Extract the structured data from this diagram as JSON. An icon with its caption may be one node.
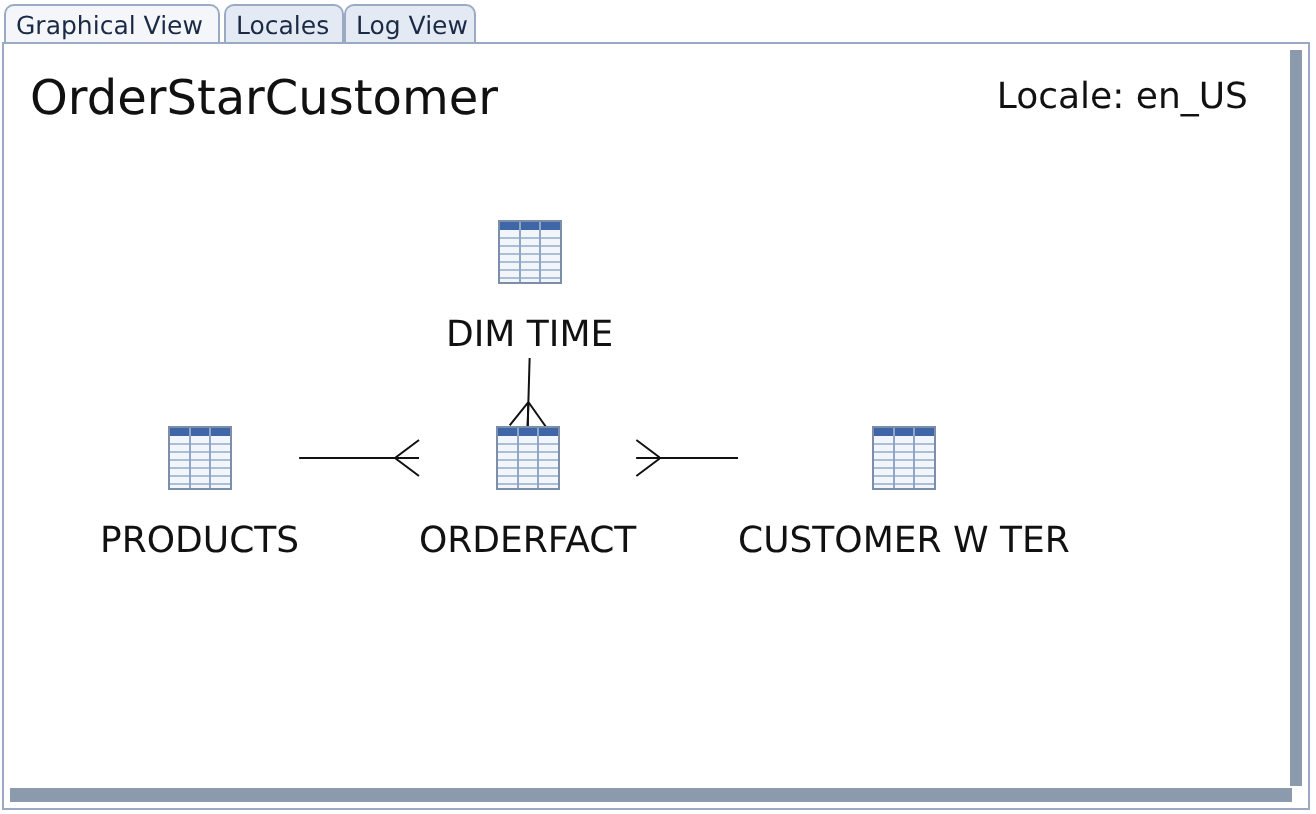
{
  "diagram": {
    "title": "OrderStarCustomer",
    "nodes": [
      {
        "text": [
          "DIM TIME"
        ]
      },
      {
        "text": [
          "PRODUCTS"
        ]
      },
      {
        "text": [
          "ORDERFACT"
        ]
      },
      {
        "text": [
          "CUSTOMER W TER"
        ]
      }
    ],
    "edges": [
      {
        "from": 0,
        "to": 2,
        "arrow": "other"
      },
      {
        "from": 1,
        "to": 2,
        "arrow": "other"
      },
      {
        "from": 3,
        "to": 2,
        "arrow": "other"
      }
    ],
    "labels": [
      "Graphical View",
      "Locales",
      "Log View",
      "Locale: en_US"
    ]
  }
}
